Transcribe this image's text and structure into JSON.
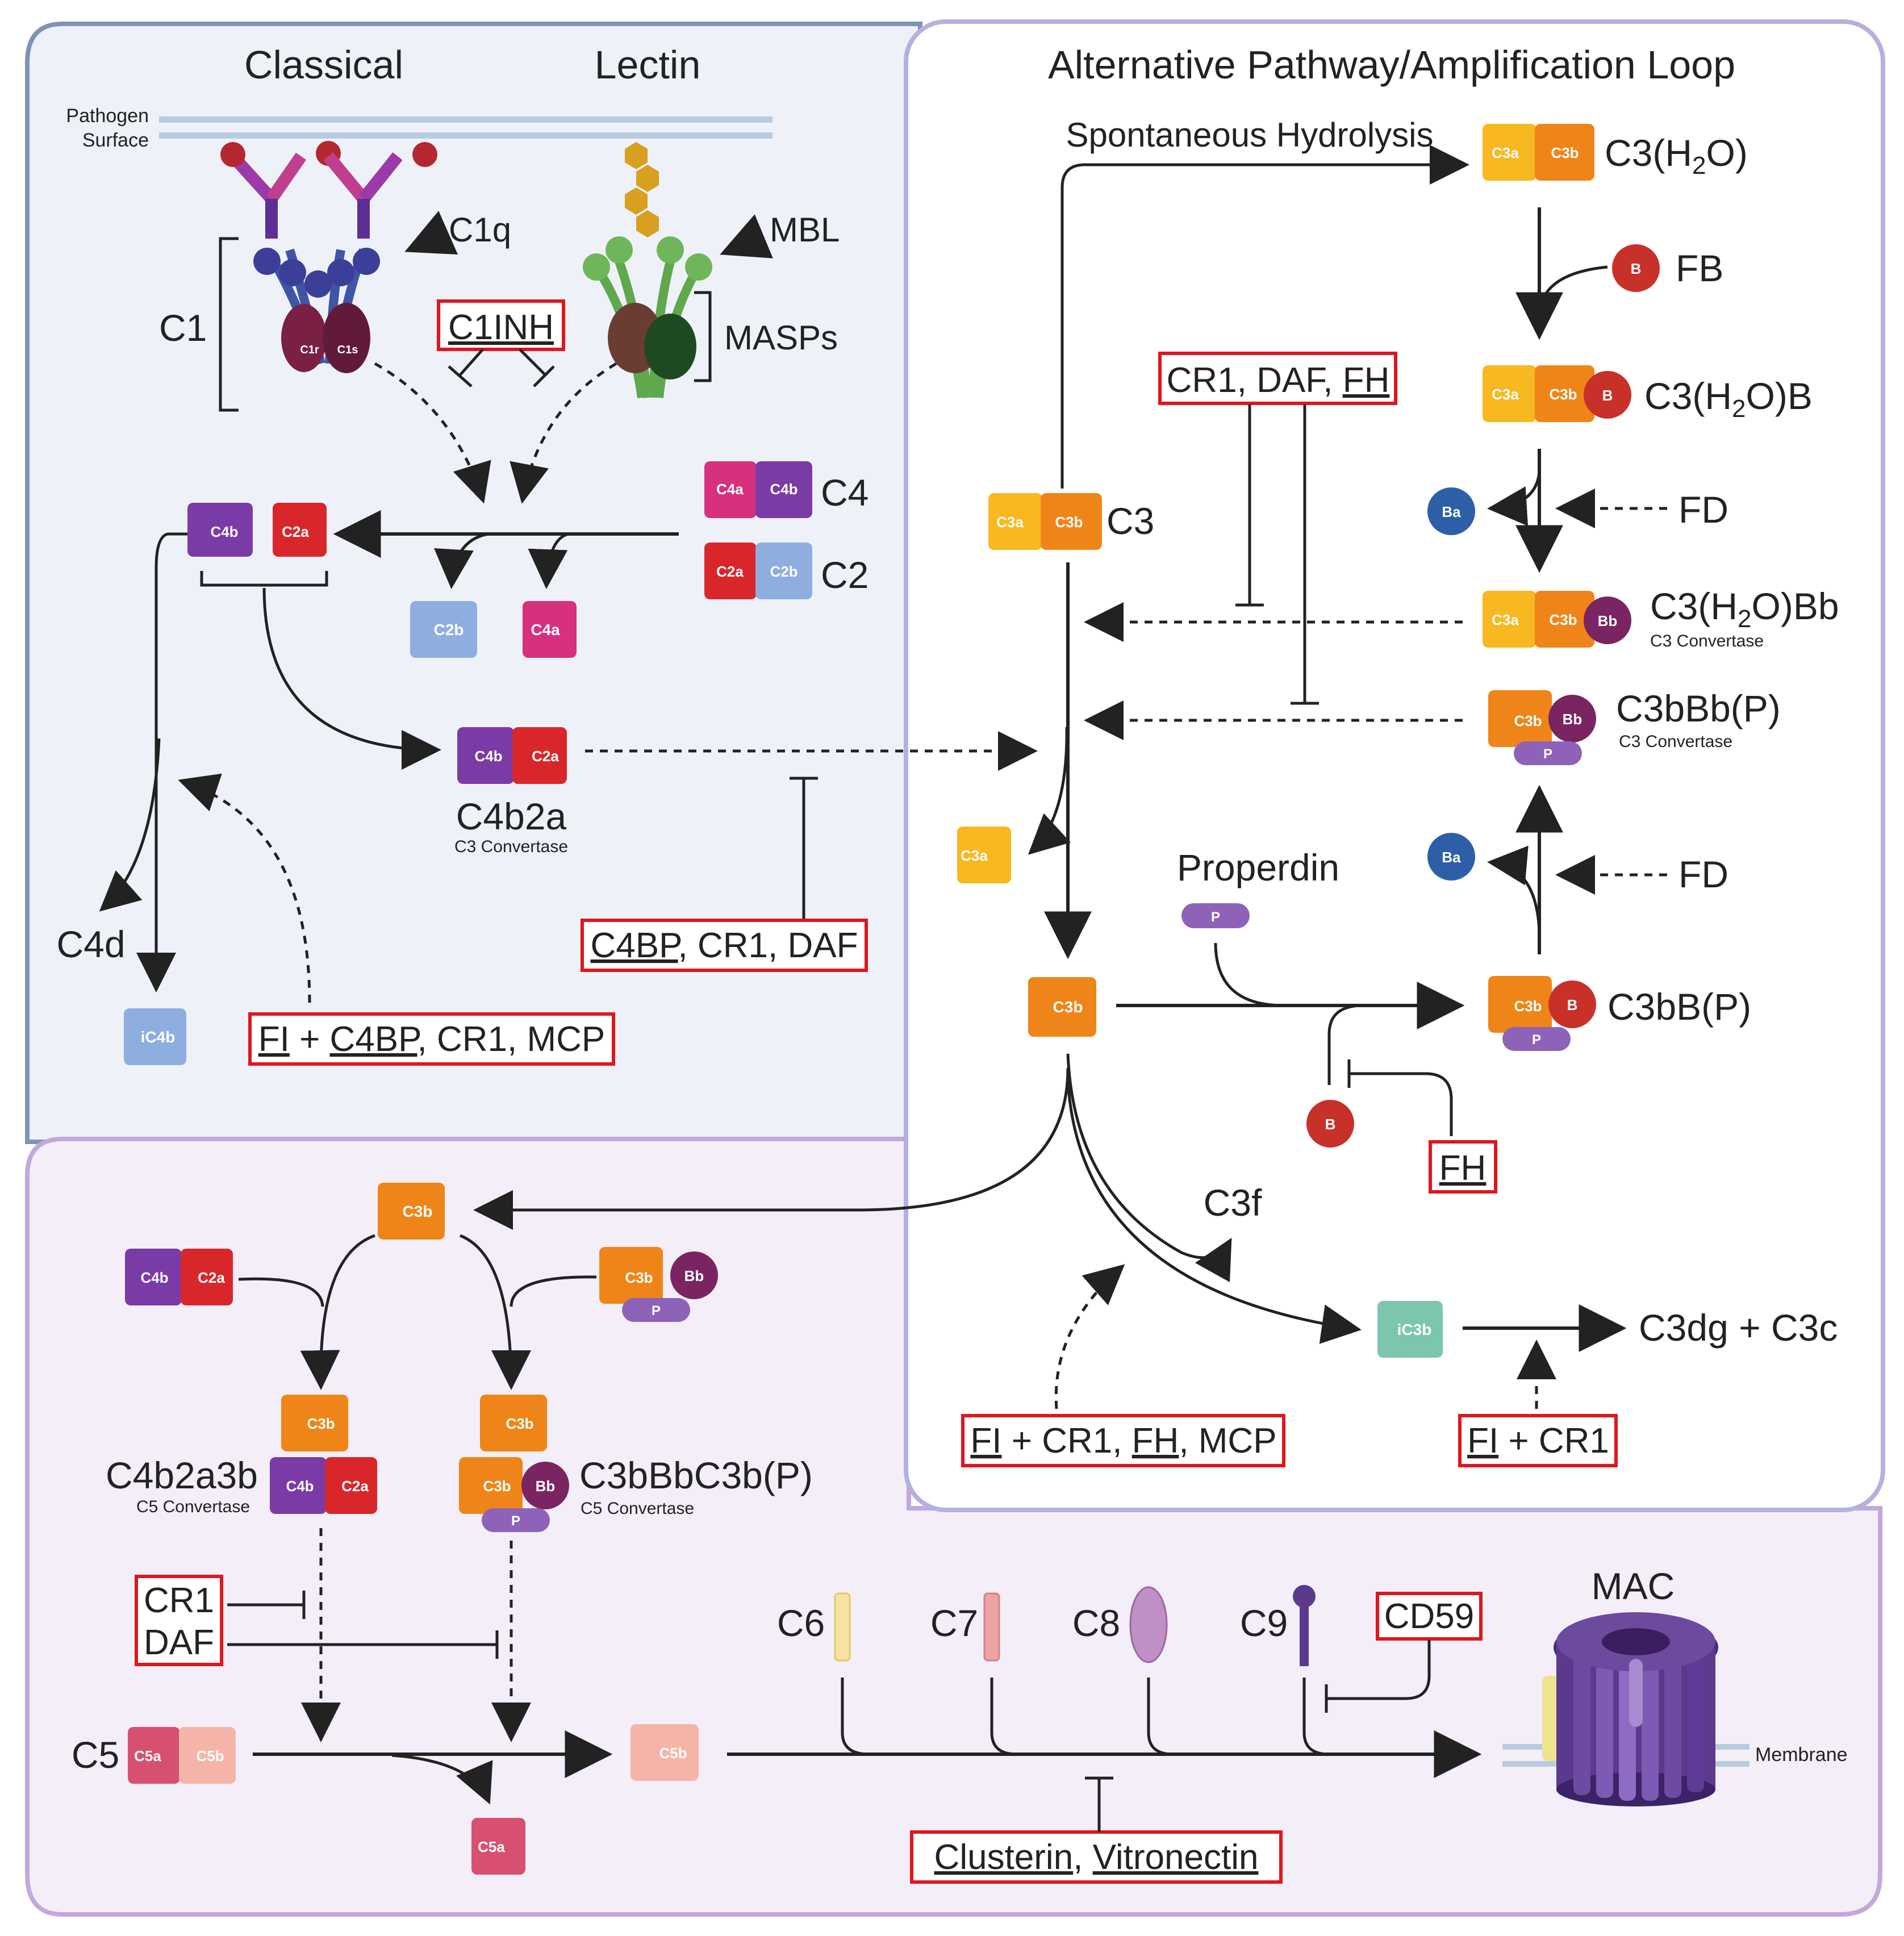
{
  "titles": {
    "classical": "Classical",
    "lectin": "Lectin",
    "alternative": "Alternative Pathway/Amplification Loop"
  },
  "labels": {
    "pathogen_surface_1": "Pathogen",
    "pathogen_surface_2": "Surface",
    "c1q": "C1q",
    "mbl": "MBL",
    "c1": "C1",
    "masps": "MASPs",
    "c1r": "C1r",
    "c1s": "C1s",
    "c4": "C4",
    "c2": "C2",
    "c4b2a": "C4b2a",
    "c3_convertase": "C3 Convertase",
    "c4d": "C4d",
    "spontaneous_hydrolysis": "Spontaneous Hydrolysis",
    "c3h2o_main": "C3(H",
    "c3h2o_sub": "2",
    "c3h2o_end": "O)",
    "fb": "FB",
    "c3h2ob_end": "O)B",
    "fd": "FD",
    "c3h2obb_end": "O)Bb",
    "c3bbbp": "C3bBb(P)",
    "c3": "C3",
    "properdin": "Properdin",
    "c3bbp": "C3bB(P)",
    "c3f": "C3f",
    "c3dg_c3c": "C3dg + C3c",
    "c4b2a3b": "C4b2a3b",
    "c5_convertase": "C5 Convertase",
    "c3bbbc3bp": "C3bBbC3b(P)",
    "c5": "C5",
    "c6": "C6",
    "c7": "C7",
    "c8": "C8",
    "c9": "C9",
    "mac": "MAC",
    "membrane": "Membrane"
  },
  "fragments": {
    "c3a": "C3a",
    "c3b": "C3b",
    "c4a": "C4a",
    "c4b": "C4b",
    "c2a": "C2a",
    "c2b": "C2b",
    "b": "B",
    "ba": "Ba",
    "bb": "Bb",
    "p": "P",
    "ic3b": "iC3b",
    "ic4b": "iC4b",
    "c5a": "C5a",
    "c5b": "C5b"
  },
  "inhibitors": {
    "c1inh": "C1INH",
    "cr1_daf_fh": [
      "CR1, DAF, ",
      "FH"
    ],
    "c4bp_cr1_daf": [
      "C4BP",
      ", CR1, DAF"
    ],
    "fi_c4bp_cr1_mcp": [
      "FI",
      " + ",
      "C4BP",
      ", CR1, MCP"
    ],
    "fh": "FH",
    "fi_cr1_fh_mcp": [
      "FI",
      " + CR1, ",
      "FH",
      ", MCP"
    ],
    "fi_cr1": [
      "FI",
      " + CR1"
    ],
    "cr1": "CR1",
    "daf": "DAF",
    "cd59": "CD59",
    "clusterin_vitronectin": [
      "Clusterin",
      ", ",
      "Vitronectin"
    ]
  },
  "colors": {
    "c3a": "#F7B820",
    "c3b": "#EF8518",
    "c4a": "#D6307F",
    "c4b": "#7B3BA6",
    "c2a": "#D9262B",
    "c2b": "#8FAEE0",
    "factor_b": "#C8302A",
    "ba": "#2C5FA8",
    "bb": "#7A2462",
    "properdin": "#8E62B8",
    "ic3b": "#7CC6B0",
    "ic4b": "#8FAEE0",
    "c5a": "#D8506F",
    "c5b": "#F4B5A8",
    "inhibitor_border": "#E0161D",
    "classical_bg": "#EEF2F8",
    "classical_border": "#7F93B9",
    "terminal_bg": "#F3EEF8",
    "terminal_border": "#C2A8DD",
    "alt_border": "#B4B0E0"
  }
}
